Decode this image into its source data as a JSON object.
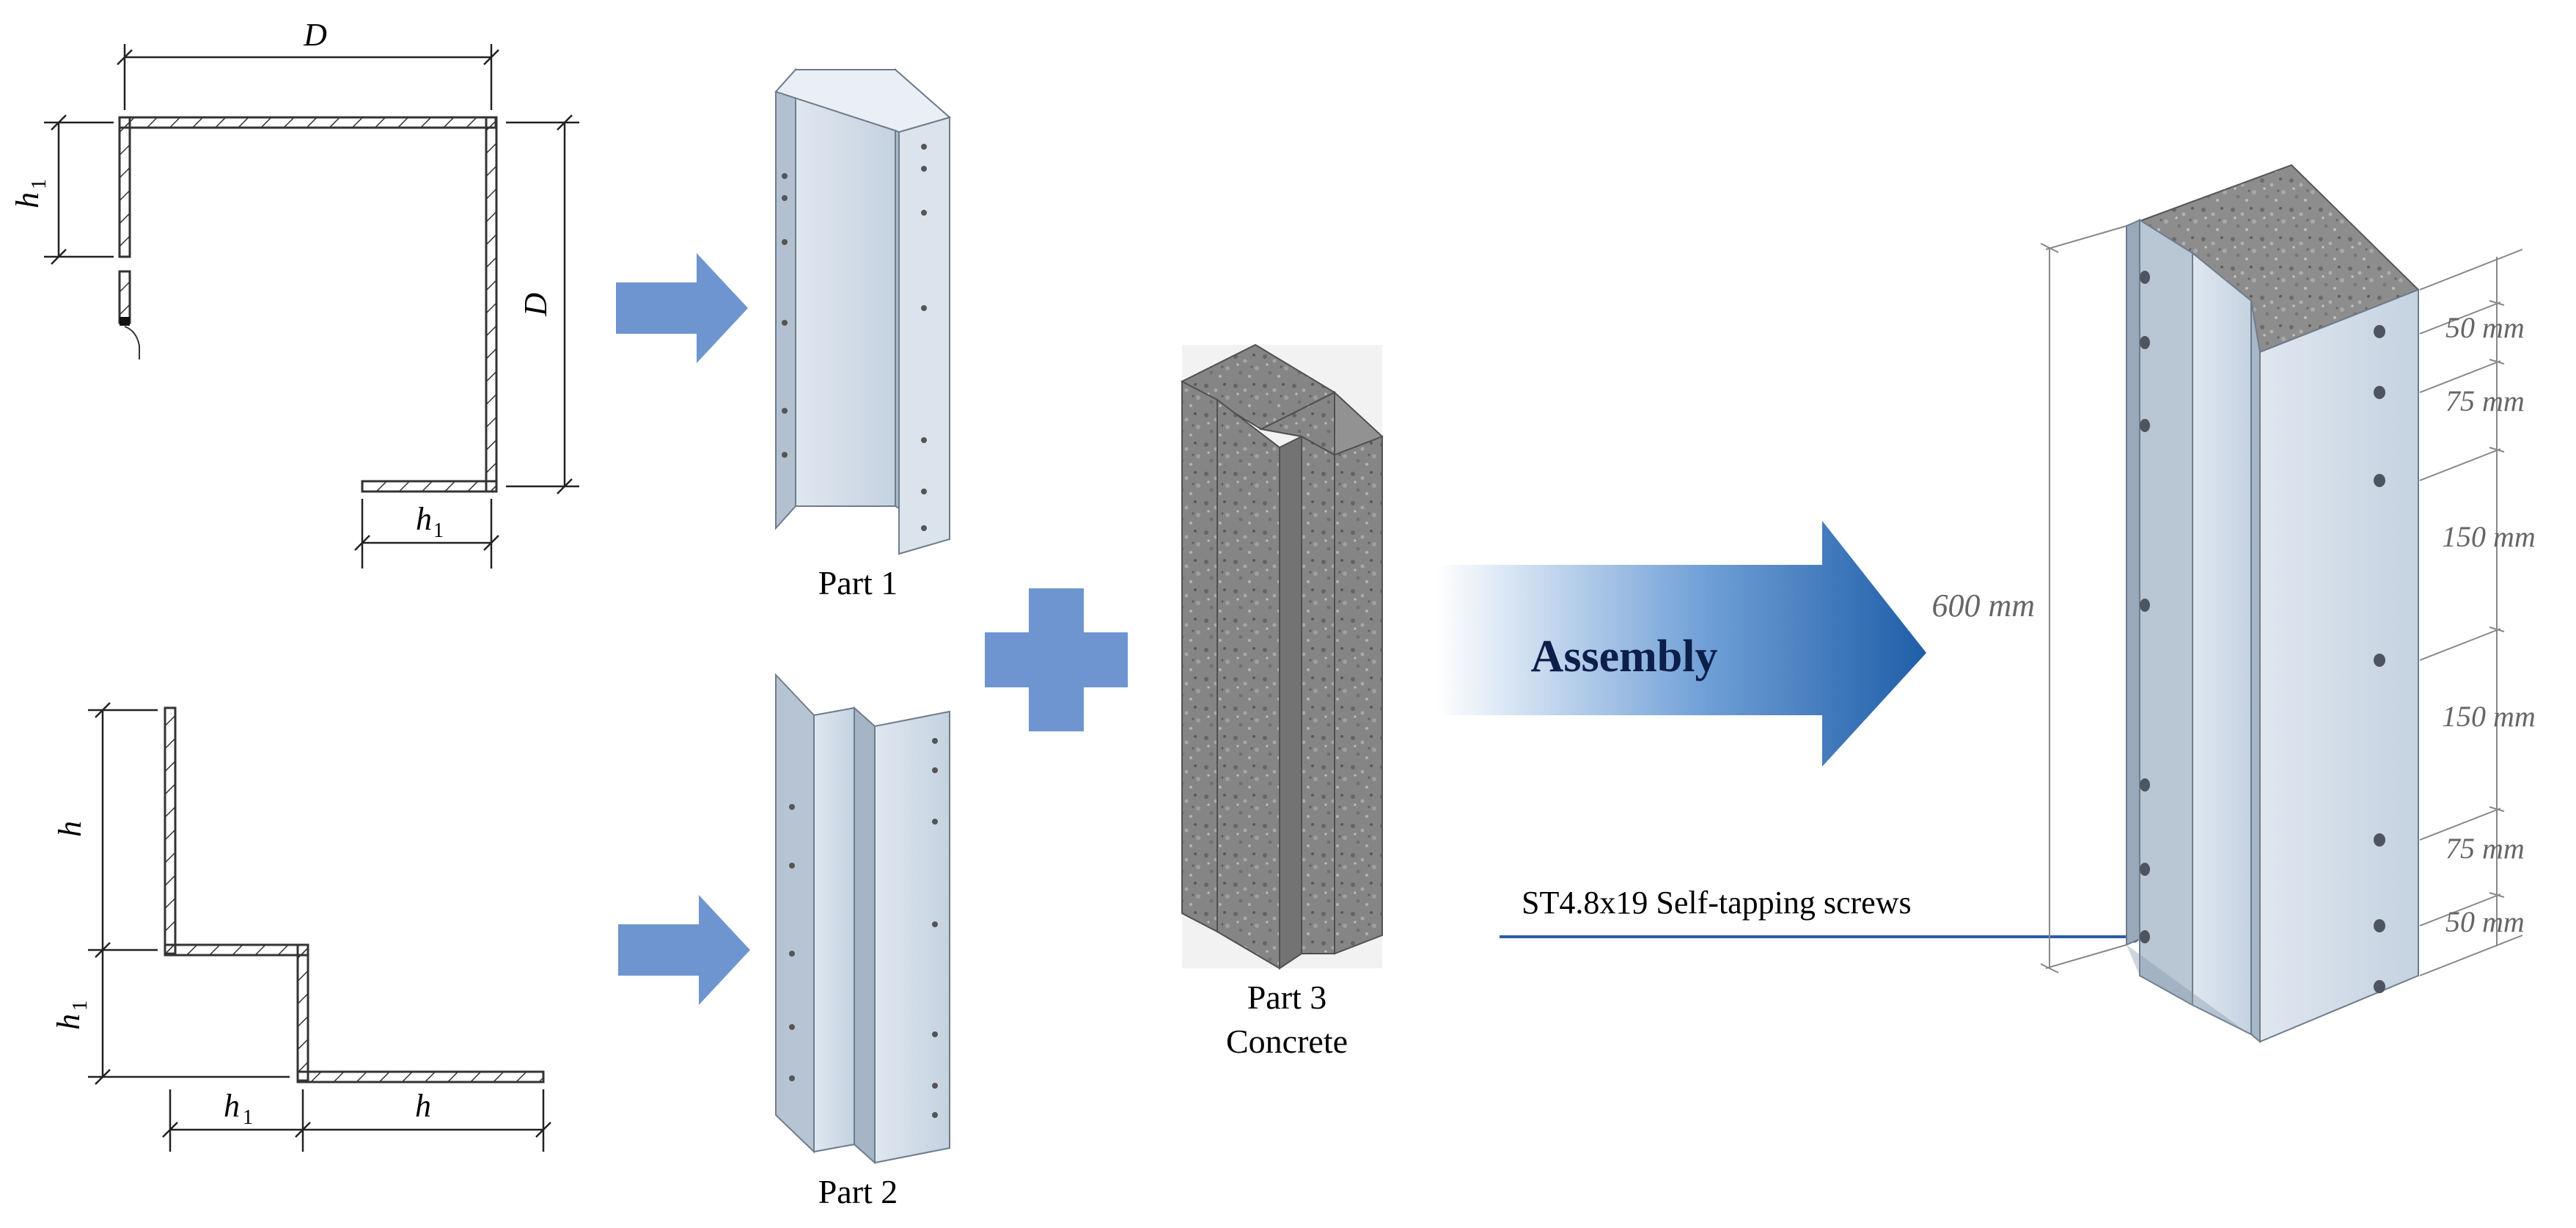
{
  "section1": {
    "dim_top": "D",
    "dim_right": "D",
    "dim_left_h": "h",
    "dim_left_sub": "1",
    "dim_bottom_h": "h",
    "dim_bottom_sub": "1"
  },
  "section2": {
    "dim_top_left": "h",
    "dim_mid_left_h": "h",
    "dim_mid_left_sub": "1",
    "dim_bottom_h1": "h",
    "dim_bottom_h1_sub": "1",
    "dim_bottom_h": "h"
  },
  "parts": {
    "part1_label": "Part 1",
    "part2_label": "Part 2",
    "part3_line1": "Part 3",
    "part3_line2": "Concrete"
  },
  "assembly": {
    "label": "Assembly",
    "screw_label": "ST4.8x19 Self-tapping screws",
    "height_label": "600 mm",
    "spacings": [
      "50 mm",
      "75 mm",
      "150 mm",
      "150 mm",
      "75 mm",
      "50 mm"
    ]
  },
  "colors": {
    "arrow_blue": "#6e95cf",
    "assembly_blue": "#1f5ea8",
    "steel_light": "#d7e1ec",
    "steel_mid": "#b8c6d6",
    "steel_dark": "#8e9eb0",
    "concrete": "#8f8f8f"
  }
}
